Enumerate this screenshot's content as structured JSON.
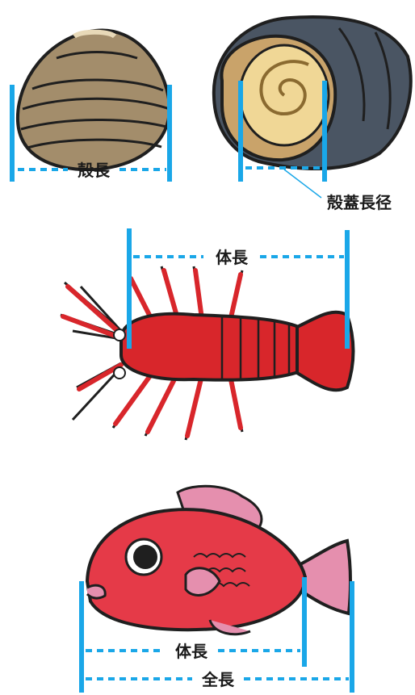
{
  "colors": {
    "measure_line": "#1aa7e8",
    "outline": "#1f1f1f",
    "clam_shell": "#a38d6b",
    "snail_shell": "#4a5563",
    "snail_operculum": "#f0d796",
    "lobster": "#d8262b",
    "fish": "#e53a48",
    "fin": "#e58fae"
  },
  "labels": {
    "clam_shell_length": "殻長",
    "snail_operculum_diameter": "殻蓋長径",
    "lobster_body_length": "体長",
    "fish_body_length": "体長",
    "fish_total_length": "全長"
  }
}
